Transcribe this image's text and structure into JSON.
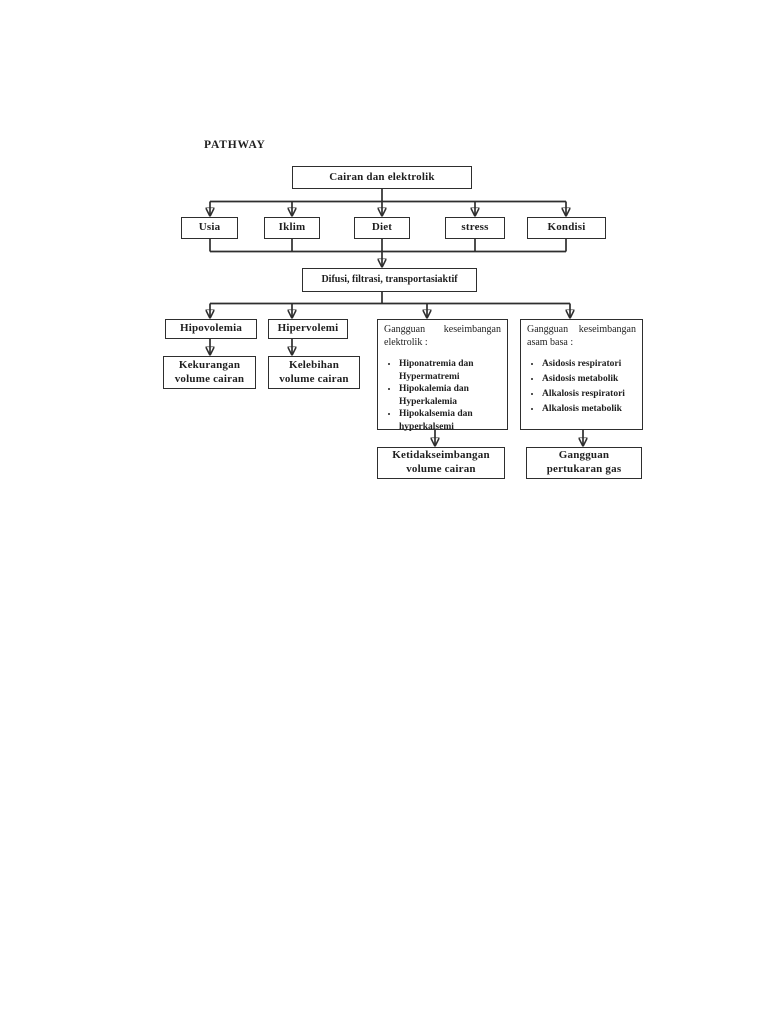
{
  "page": {
    "title": "PATHWAY"
  },
  "colors": {
    "ink": "#1f1f1f",
    "line": "#2e2e2e",
    "paper": "#ffffff"
  },
  "diagram": {
    "root": "Cairan dan elektrolik",
    "factors": [
      "Usia",
      "Iklim",
      "Diet",
      "stress",
      "Kondisi"
    ],
    "process": "Difusi, filtrasi, transportasiaktif",
    "branches": {
      "hipovolemia": {
        "label": "Hipovolemia",
        "outcome": "Kekurangan volume cairan"
      },
      "hipervolemi": {
        "label": "Hipervolemi",
        "outcome": "Kelebihan volume cairan"
      },
      "elektrolit": {
        "header": "Gangguan keseimbangan elektrolik :",
        "items": [
          "Hiponatremia dan Hypermatremi",
          "Hipokalemia dan Hyperkalemia",
          "Hipokalsemia dan hyperkalsemi"
        ],
        "outcome": "Ketidakseimbangan volume cairan"
      },
      "asam_basa": {
        "header": "Gangguan keseimbangan asam basa :",
        "items": [
          "Asidosis respiratori",
          "Asidosis metabolik",
          "Alkalosis respiratori",
          "Alkalosis metabolik"
        ],
        "outcome": "Gangguan pertukaran gas"
      }
    }
  }
}
